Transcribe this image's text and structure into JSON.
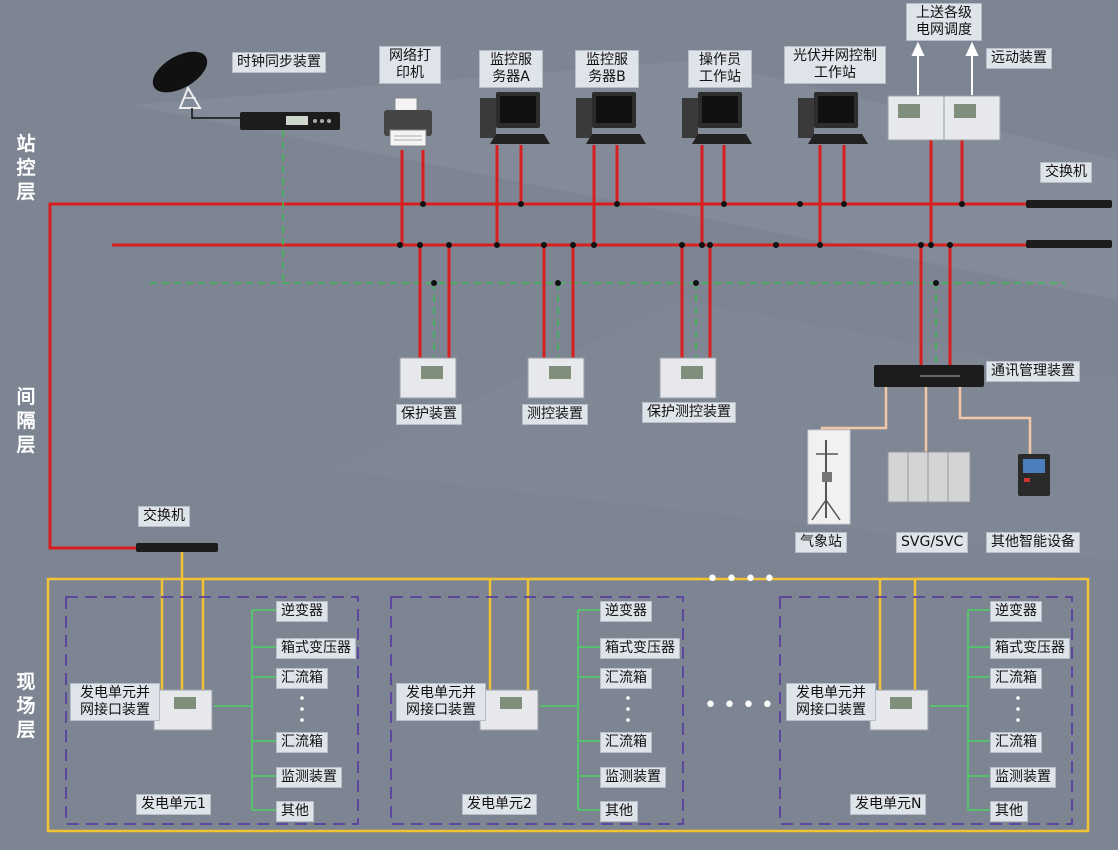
{
  "layers": {
    "station": "站控层",
    "bay": "间隔层",
    "field": "现场层"
  },
  "top": {
    "clock_sync": "时钟同步装置",
    "printer": "网络打印机",
    "server_a": "监控服务器A",
    "server_b": "监控服务器B",
    "operator": "操作员工作站",
    "pv_control": "光伏并网控制工作站",
    "upload": "上送各级电网调度",
    "telecontrol": "远动装置",
    "switch": "交换机"
  },
  "bay": {
    "protection": "保护装置",
    "measurement": "测控装置",
    "prot_meas": "保护测控装置",
    "comm_mgr": "通讯管理装置",
    "weather": "气象站",
    "svg": "SVG/SVC",
    "other_smart": "其他智能设备",
    "switch": "交换机"
  },
  "units": [
    {
      "name": "发电单元1",
      "device": "发电单元并网接口装置",
      "items": [
        "逆变器",
        "箱式变压器",
        "汇流箱",
        "汇流箱",
        "监测装置",
        "其他"
      ]
    },
    {
      "name": "发电单元2",
      "device": "发电单元并网接口装置",
      "items": [
        "逆变器",
        "箱式变压器",
        "汇流箱",
        "汇流箱",
        "监测装置",
        "其他"
      ]
    },
    {
      "name": "发电单元N",
      "device": "发电单元并网接口装置",
      "items": [
        "逆变器",
        "箱式变压器",
        "汇流箱",
        "汇流箱",
        "监测装置",
        "其他"
      ]
    }
  ],
  "colors": {
    "bus": "#d81e1e",
    "dashed": "#3dbf55",
    "field_line": "#f1c232",
    "unit_border": "#5a3fa0",
    "device": "#e6e8eb"
  }
}
